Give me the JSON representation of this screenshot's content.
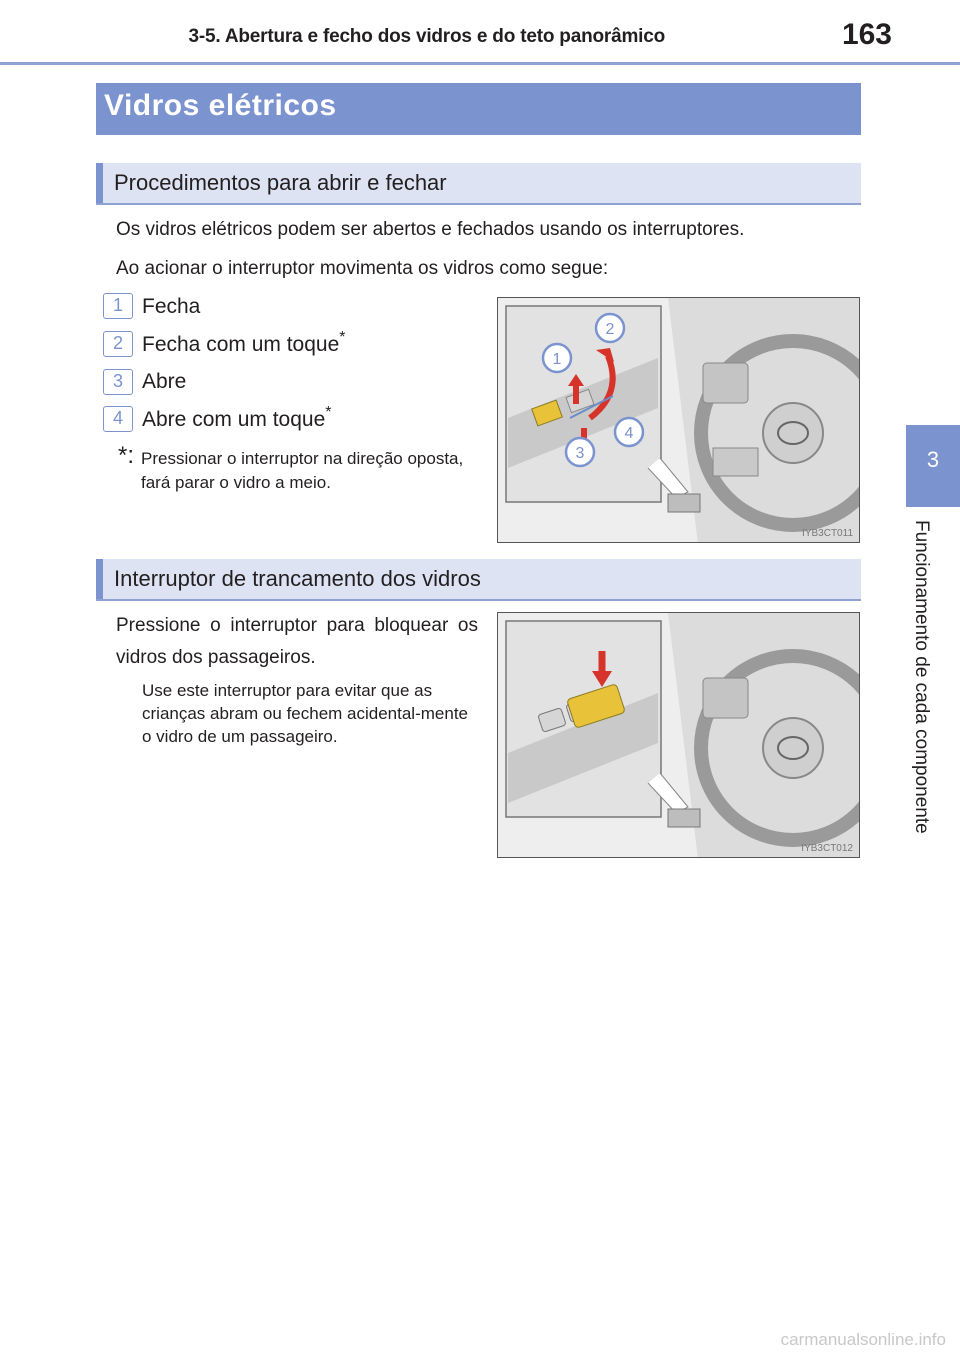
{
  "header": {
    "running_head": "3-5. Abertura e fecho dos vidros e do teto panorâmico",
    "page_number": "163"
  },
  "section": {
    "title": "Vidros elétricos"
  },
  "subsection1": {
    "title": "Procedimentos para abrir e fechar",
    "intro": "Os vidros elétricos podem ser abertos e fechados usando os interruptores.",
    "lead": "Ao acionar o interruptor movimenta os vidros como segue:",
    "items": [
      {
        "num": "1",
        "label": "Fecha",
        "star": ""
      },
      {
        "num": "2",
        "label": "Fecha com um toque",
        "star": "*"
      },
      {
        "num": "3",
        "label": "Abre",
        "star": ""
      },
      {
        "num": "4",
        "label": "Abre com um toque",
        "star": "*"
      }
    ],
    "footnote_mark": "*:",
    "footnote": "Pressionar o interruptor na direção oposta, fará parar o vidro a meio.",
    "figure_code": "IYB3CT011",
    "callouts": [
      "1",
      "2",
      "3",
      "4"
    ]
  },
  "subsection2": {
    "title": "Interruptor de trancamento dos vidros",
    "text": "Pressione o interruptor para bloquear os vidros dos passageiros.",
    "note": "Use este interruptor para evitar que as crianças abram ou fechem acidental-mente o vidro de um passageiro.",
    "figure_code": "IYB3CT012"
  },
  "sidebar": {
    "chapter_number": "3",
    "chapter_title": "Funcionamento de cada componente"
  },
  "watermark": "carmanualsonline.info",
  "colors": {
    "accent": "#7b93cf",
    "light_band": "#dde3f3",
    "switch_yellow": "#e8c33a"
  }
}
